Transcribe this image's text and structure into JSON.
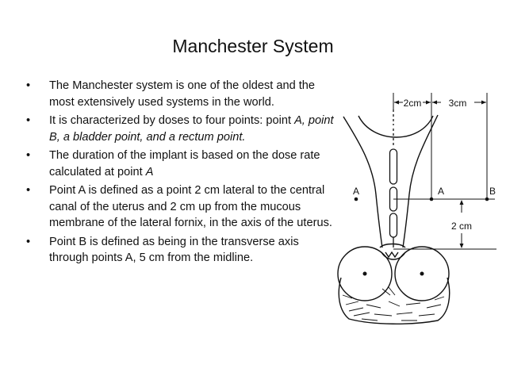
{
  "slide": {
    "title": "Manchester System",
    "bullets": [
      {
        "bullet": "•",
        "parts": [
          {
            "text": "The Manchester system is one of the oldest and the most extensively used systems in the world.",
            "italic": false
          }
        ]
      },
      {
        "bullet": "•",
        "parts": [
          {
            "text": "It is characterized by doses to four points: point ",
            "italic": false
          },
          {
            "text": "A, point B, a bladder point, and a rectum point.",
            "italic": true
          }
        ]
      },
      {
        "bullet": "•",
        "parts": [
          {
            "text": "The duration of the implant is based on the dose rate calculated at point ",
            "italic": false
          },
          {
            "text": "A",
            "italic": true
          }
        ]
      },
      {
        "bullet": "•",
        "parts": [
          {
            "text": "Point A is defined as a point 2 cm lateral to the central canal of the uterus and 2 cm up from the mucous membrane of the lateral fornix, in the axis of the uterus.",
            "italic": false
          }
        ]
      },
      {
        "bullet": "•",
        "parts": [
          {
            "text": "Point B is defined as being in the transverse axis through points A, 5 cm from the midline.",
            "italic": false
          }
        ]
      }
    ]
  },
  "diagram": {
    "dim_left": "2cm",
    "dim_right": "3cm",
    "label_a_left": "A",
    "label_a_right": "A",
    "label_b": "B",
    "dim_vertical": "2 cm"
  }
}
